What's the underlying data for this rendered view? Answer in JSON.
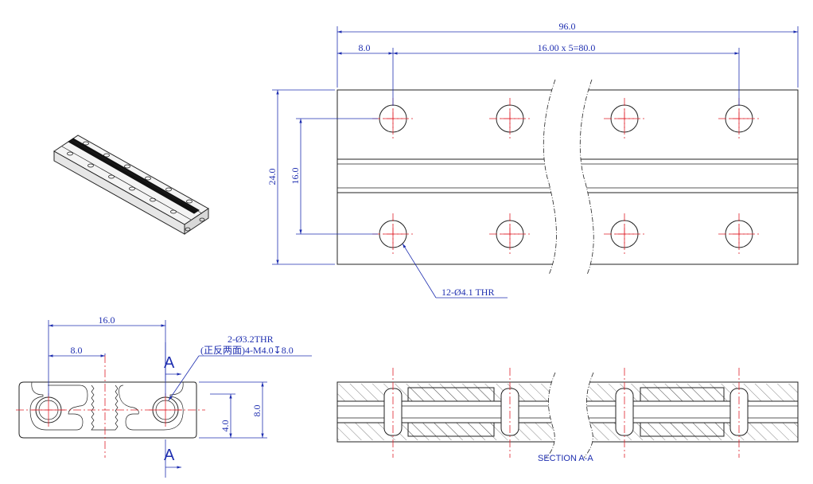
{
  "top_view": {
    "overall_length": "96.0",
    "first_hole_offset": "8.0",
    "hole_pitch": "16.00 x 5=80.0",
    "width": "24.0",
    "hole_spacing": "16.0",
    "hole_callout": "12-Ø4.1 THR"
  },
  "end_view": {
    "width": "16.0",
    "half_width": "8.0",
    "height": "8.0",
    "half_height": "4.0",
    "note_line1": "2-Ø3.2THR",
    "note_line2": "(正反两面)4-M4.0↧8.0",
    "section_mark_top": "A",
    "section_mark_bottom": "A"
  },
  "section_view": {
    "label": "SECTION A-A"
  },
  "colors": {
    "dimension": "#1f2fb0",
    "centerline": "#e0202a",
    "outline": "#222222"
  }
}
